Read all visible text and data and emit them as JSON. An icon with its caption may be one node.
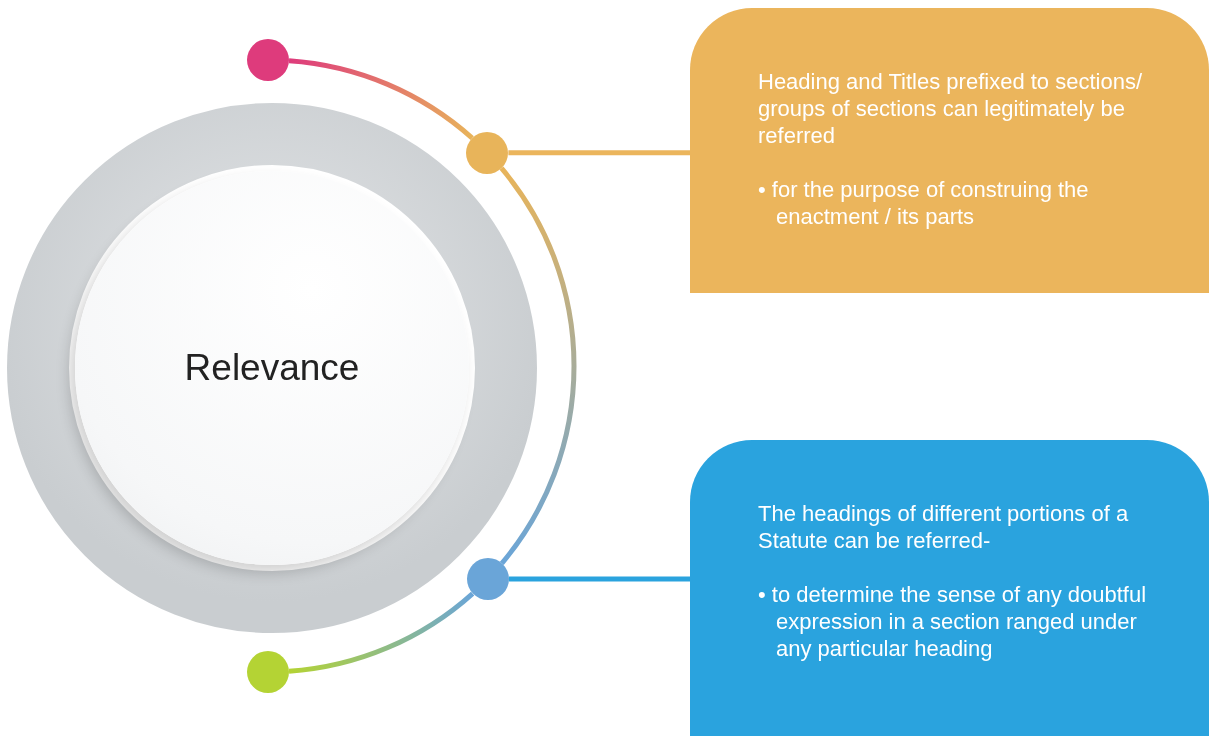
{
  "diagram": {
    "nodes": [
      {
        "text": [
          "Relevance"
        ]
      },
      {
        "text": [],
        "shape": "circle"
      },
      {
        "text": [],
        "shape": "circle"
      },
      {
        "text": [],
        "shape": "circle"
      },
      {
        "text": [],
        "shape": "circle"
      },
      {
        "text": [
          "Heading and Titles prefixed to sections/ groups of sections can legitimately be referred",
          "• for the purpose of construing the enactment / its parts"
        ]
      },
      {
        "text": [
          "The headings of different portions of a Statute can be referred-",
          "• to determine the sense of any doubtful expression in a section ranged under any particular heading"
        ]
      }
    ],
    "edges": [
      {
        "from": 1,
        "to": 2,
        "arrow": "none"
      },
      {
        "from": 2,
        "to": 3,
        "arrow": "none"
      },
      {
        "from": 3,
        "to": 4,
        "arrow": "none"
      },
      {
        "from": 2,
        "to": 5,
        "arrow": "none",
        "color": "#ebb55c"
      },
      {
        "from": 3,
        "to": 6,
        "arrow": "none",
        "color": "#2aa3de"
      }
    ]
  }
}
